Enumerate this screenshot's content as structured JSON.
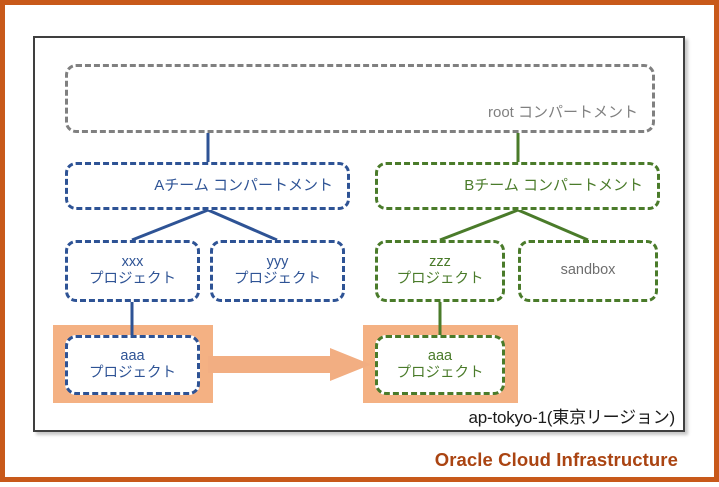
{
  "diagram": {
    "title_brand": "Oracle Cloud Infrastructure",
    "region_caption": "ap-tokyo-1(東京リージョン)",
    "colors": {
      "frame_orange": "#C8591A",
      "panel_border": "#3F3F3F",
      "root_gray": "#808080",
      "team_a_blue": "#2E5395",
      "team_b_green": "#4A7B2A",
      "highlight_orange": "#F4B183",
      "arrow_orange": "#F2AE82",
      "brand_red": "#AA4412",
      "sandbox_gray": "#6E6E6E"
    },
    "nodes": {
      "root": {
        "label": "root コンパートメント"
      },
      "team_a": {
        "label": "Aチーム コンパートメント"
      },
      "team_b": {
        "label": "Bチーム コンパートメント"
      },
      "xxx": {
        "line1": "xxx",
        "line2": "プロジェクト"
      },
      "yyy": {
        "line1": "yyy",
        "line2": "プロジェクト"
      },
      "zzz": {
        "line1": "zzz",
        "line2": "プロジェクト"
      },
      "sandbox": {
        "label": "sandbox"
      },
      "aaa_source": {
        "line1": "aaa",
        "line2": "プロジェクト"
      },
      "aaa_target": {
        "line1": "aaa",
        "line2": "プロジェクト"
      }
    }
  }
}
